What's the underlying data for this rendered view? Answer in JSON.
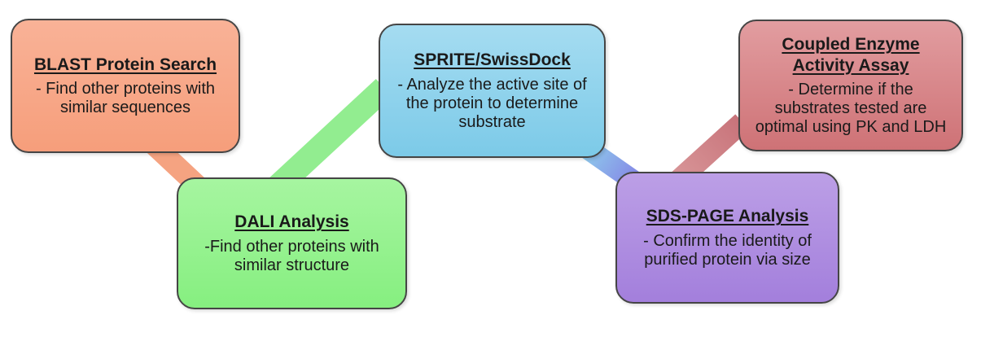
{
  "canvas": {
    "background": "#FFFFFF"
  },
  "boxes": [
    {
      "id": "blast-protein-search",
      "title_lines": [
        "BLAST Protein Search"
      ],
      "body_lines": [
        "- Find other proteins with",
        "similar sequences"
      ],
      "fill_top": "#F9B297",
      "fill_bottom": "#F69E7B"
    },
    {
      "id": "dali-analysis",
      "title_lines": [
        "DALI Analysis"
      ],
      "body_lines": [
        "-Find other proteins with",
        "similar structure"
      ],
      "fill_top": "#A6F5A0",
      "fill_bottom": "#86EF80"
    },
    {
      "id": "sprite-swissdock",
      "title_lines": [
        "SPRITE/SwissDock"
      ],
      "body_lines": [
        "- Analyze the active site of",
        "the protein to determine",
        "substrate"
      ],
      "fill_top": "#A5DCF1",
      "fill_bottom": "#7CCAE8"
    },
    {
      "id": "sds-page-analysis",
      "title_lines": [
        "SDS-PAGE Analysis"
      ],
      "body_lines": [
        "- Confirm the identity of",
        "purified protein via size"
      ],
      "fill_top": "#BC9FE6",
      "fill_bottom": "#A37FDC"
    },
    {
      "id": "coupled-enzyme-activity-assay",
      "title_lines": [
        "Coupled Enzyme",
        "Activity Assay"
      ],
      "body_lines": [
        "- Determine if the",
        "substrates tested are",
        "optimal using PK and LDH"
      ],
      "fill_top": "#E29DA0",
      "fill_bottom": "#CE7276"
    }
  ],
  "connectors": [
    {
      "from": "blast-protein-search",
      "to": "dali-analysis",
      "color": "#F5A381"
    },
    {
      "from": "dali-analysis",
      "to": "sprite-swissdock",
      "color": "#92ED90"
    },
    {
      "from": "sprite-swissdock",
      "to": "sds-page-analysis",
      "color_start": "#8FD2EC",
      "color_end": "#8588E6"
    },
    {
      "from": "sds-page-analysis",
      "to": "coupled-enzyme-activity-assay",
      "color_start": "#D9989A",
      "color_end": "#C8737A"
    }
  ]
}
